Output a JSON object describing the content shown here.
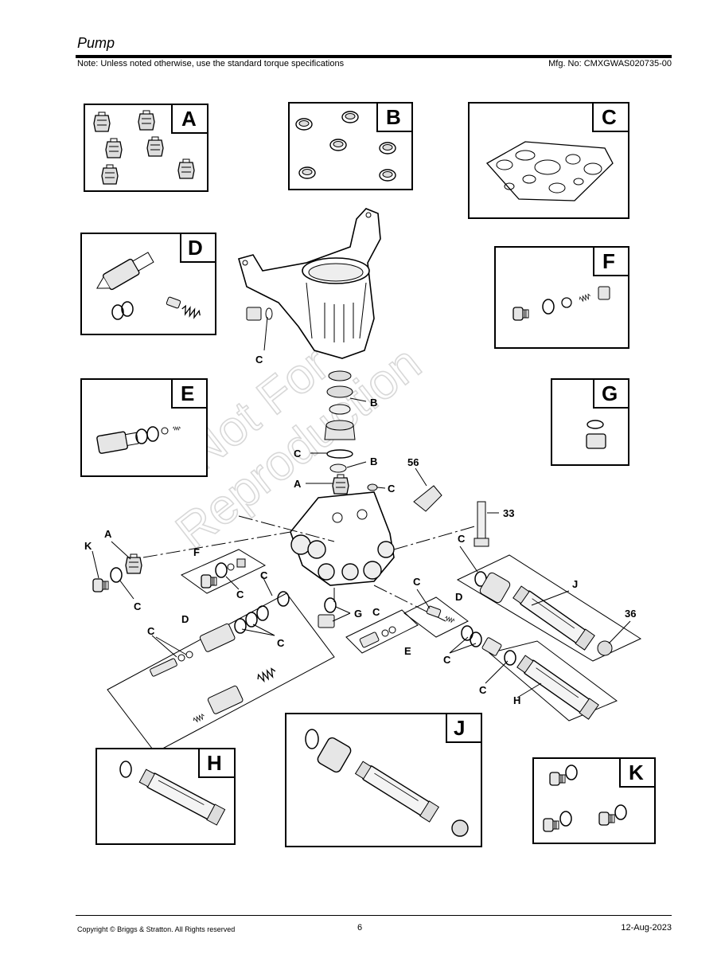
{
  "header": {
    "title": "Pump",
    "note": "Note: Unless noted otherwise, use the standard torque specifications",
    "mfg": "Mfg. No: CMXGWAS020735-00"
  },
  "footer": {
    "copyright": "Copyright ©  Briggs & Stratton. All Rights reserved",
    "page": "6",
    "date": "12-Aug-2023"
  },
  "watermark": {
    "line1": "Not For",
    "line2": "Reproduction"
  },
  "kits": {
    "A": "A",
    "B": "B",
    "C": "C",
    "D": "D",
    "E": "E",
    "F": "F",
    "G": "G",
    "H": "H",
    "J": "J",
    "K": "K"
  },
  "callouts": {
    "c": "C",
    "b": "B",
    "a": "A",
    "k": "K",
    "f": "F",
    "d": "D",
    "e": "E",
    "g": "G",
    "j": "J",
    "h": "H",
    "n56": "56",
    "n33": "33",
    "n36": "36"
  }
}
